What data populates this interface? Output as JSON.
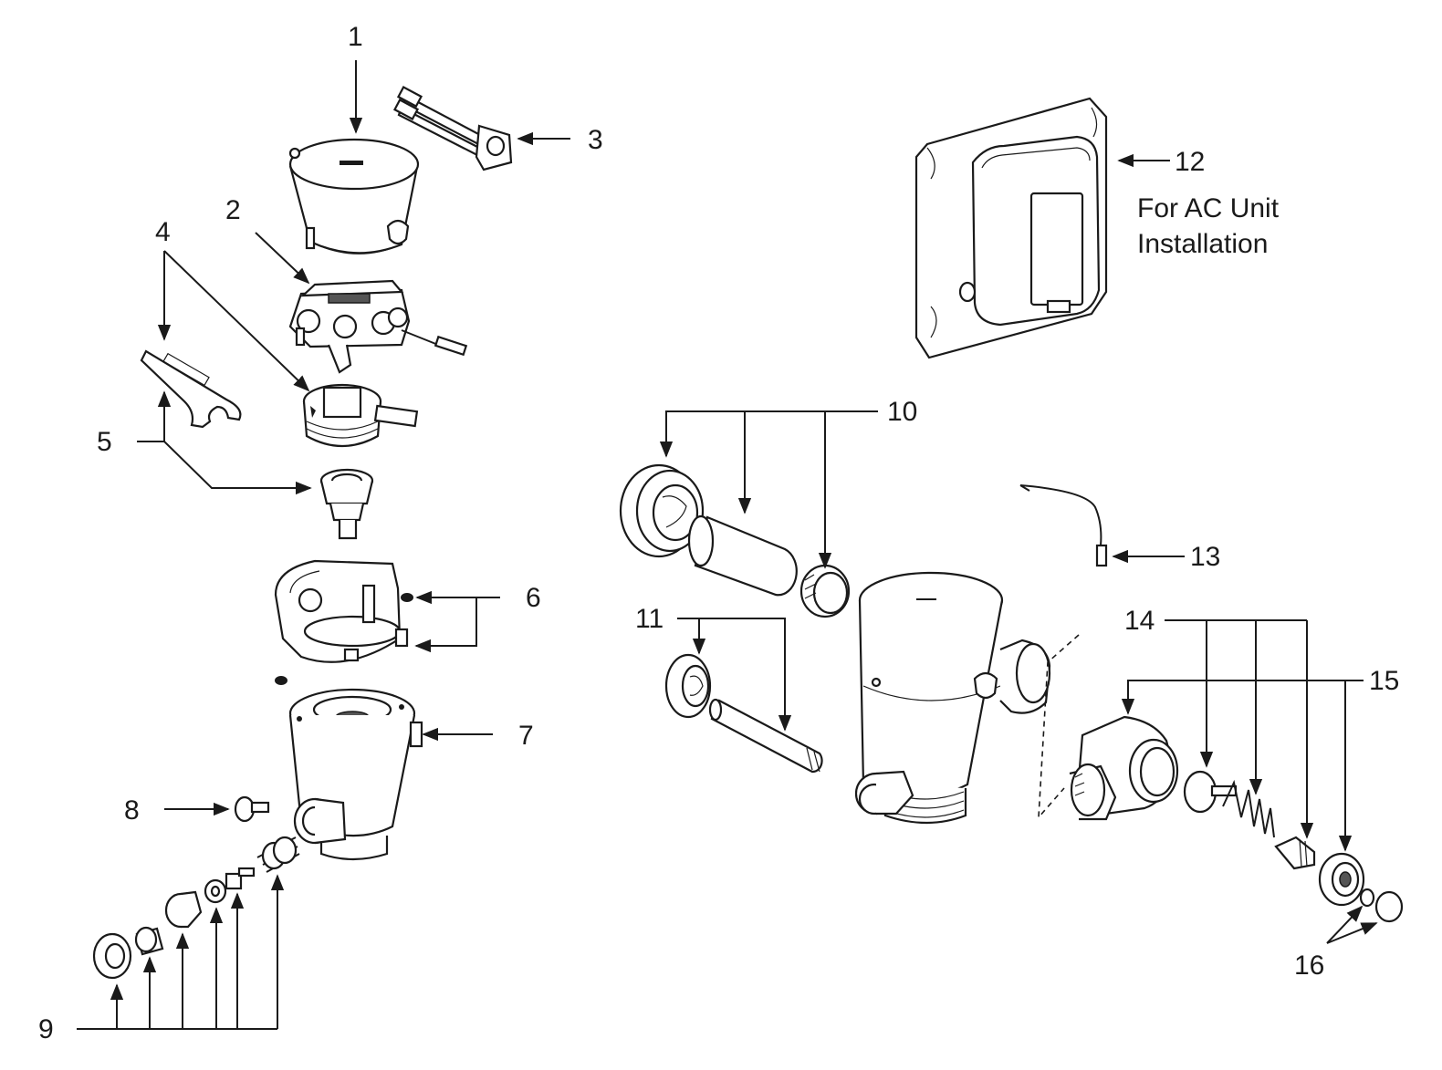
{
  "callouts": {
    "c1": "1",
    "c2": "2",
    "c3": "3",
    "c4": "4",
    "c5": "5",
    "c6": "6",
    "c7": "7",
    "c8": "8",
    "c9": "9",
    "c10": "10",
    "c11": "11",
    "c12": "12",
    "c13": "13",
    "c14": "14",
    "c15": "15",
    "c16": "16"
  },
  "note": {
    "line1": "For AC Unit",
    "line2": "Installation"
  },
  "colors": {
    "ink": "#1a1a1a",
    "background": "#ffffff"
  }
}
